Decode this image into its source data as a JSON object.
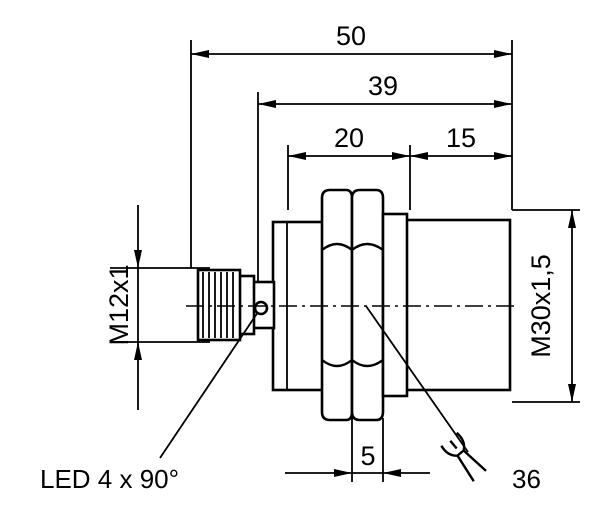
{
  "dimensions": {
    "overall_length": "50",
    "housing_length": "39",
    "thread_length": "20",
    "front_length": "15",
    "nut_thickness": "5"
  },
  "threads": {
    "connector": "M12x1",
    "housing": "M30x1,5"
  },
  "callouts": {
    "led": "LED 4 x 90°",
    "wrench_size": "36"
  },
  "icons": {
    "wrench": "wrench-icon"
  }
}
